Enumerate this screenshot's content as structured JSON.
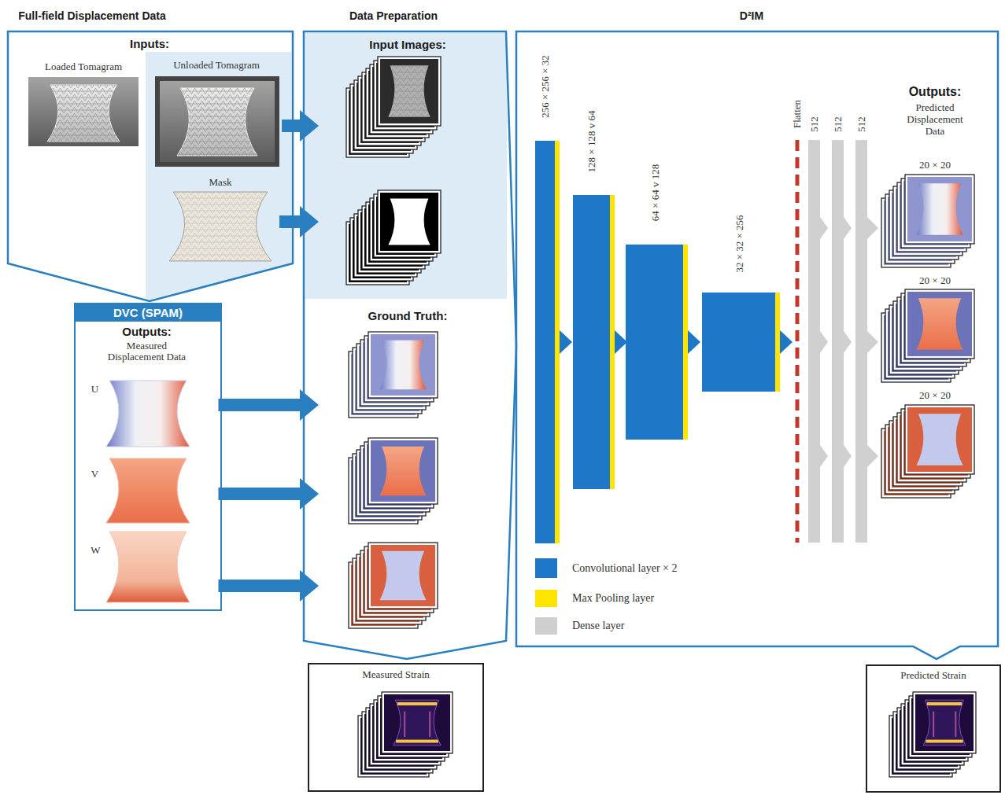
{
  "diagram": {
    "nodes": [
      {
        "text": [
          "Full-field Displacement Data",
          "Inputs:"
        ]
      },
      {
        "text": [
          "Loaded Tomagram"
        ],
        "in": 0
      },
      {
        "text": [
          "Unloaded Tomagram"
        ],
        "in": 0
      },
      {
        "text": [
          "Mask"
        ],
        "in": 0
      },
      {
        "text": [
          "DVC (SPAM)",
          "Outputs:",
          "Measured Displacement Data"
        ]
      },
      {
        "text": [
          "U"
        ],
        "in": 4
      },
      {
        "text": [
          "V"
        ],
        "in": 4
      },
      {
        "text": [
          "W"
        ],
        "in": 4
      },
      {
        "text": [
          "Data Preparation"
        ]
      },
      {
        "text": [
          "Input Images:"
        ],
        "in": 8
      },
      {
        "text": [
          "Ground Truth:"
        ],
        "in": 8
      },
      {
        "text": [
          "Measured Strain"
        ]
      },
      {
        "text": [
          "D²IM"
        ]
      },
      {
        "text": [
          "Outputs:",
          "Predicted Displacement Data"
        ],
        "in": 12
      },
      {
        "text": [
          "Predicted Strain"
        ]
      }
    ],
    "edges": [
      {
        "from": 2,
        "to": 9,
        "arrow": "to"
      },
      {
        "from": 3,
        "to": 9,
        "arrow": "to"
      },
      {
        "from": 5,
        "to": 10,
        "arrow": "to"
      },
      {
        "from": 6,
        "to": 10,
        "arrow": "to"
      },
      {
        "from": 7,
        "to": 10,
        "arrow": "to"
      }
    ],
    "labels": [
      "256 × 256 × 32",
      "128 × 128 v 64",
      "64 × 64 v 128",
      "32 × 32 × 256",
      "Flatten",
      "512",
      "512",
      "512",
      "20 × 20",
      "20 × 20",
      "20 × 20"
    ],
    "legend": [
      {
        "text": "Convolutional layer × 2",
        "color": "#1f77c8"
      },
      {
        "text": "Max Pooling layer",
        "color": "#ffe400"
      },
      {
        "text": "Dense layer",
        "color": "#cfcfcf"
      }
    ]
  }
}
